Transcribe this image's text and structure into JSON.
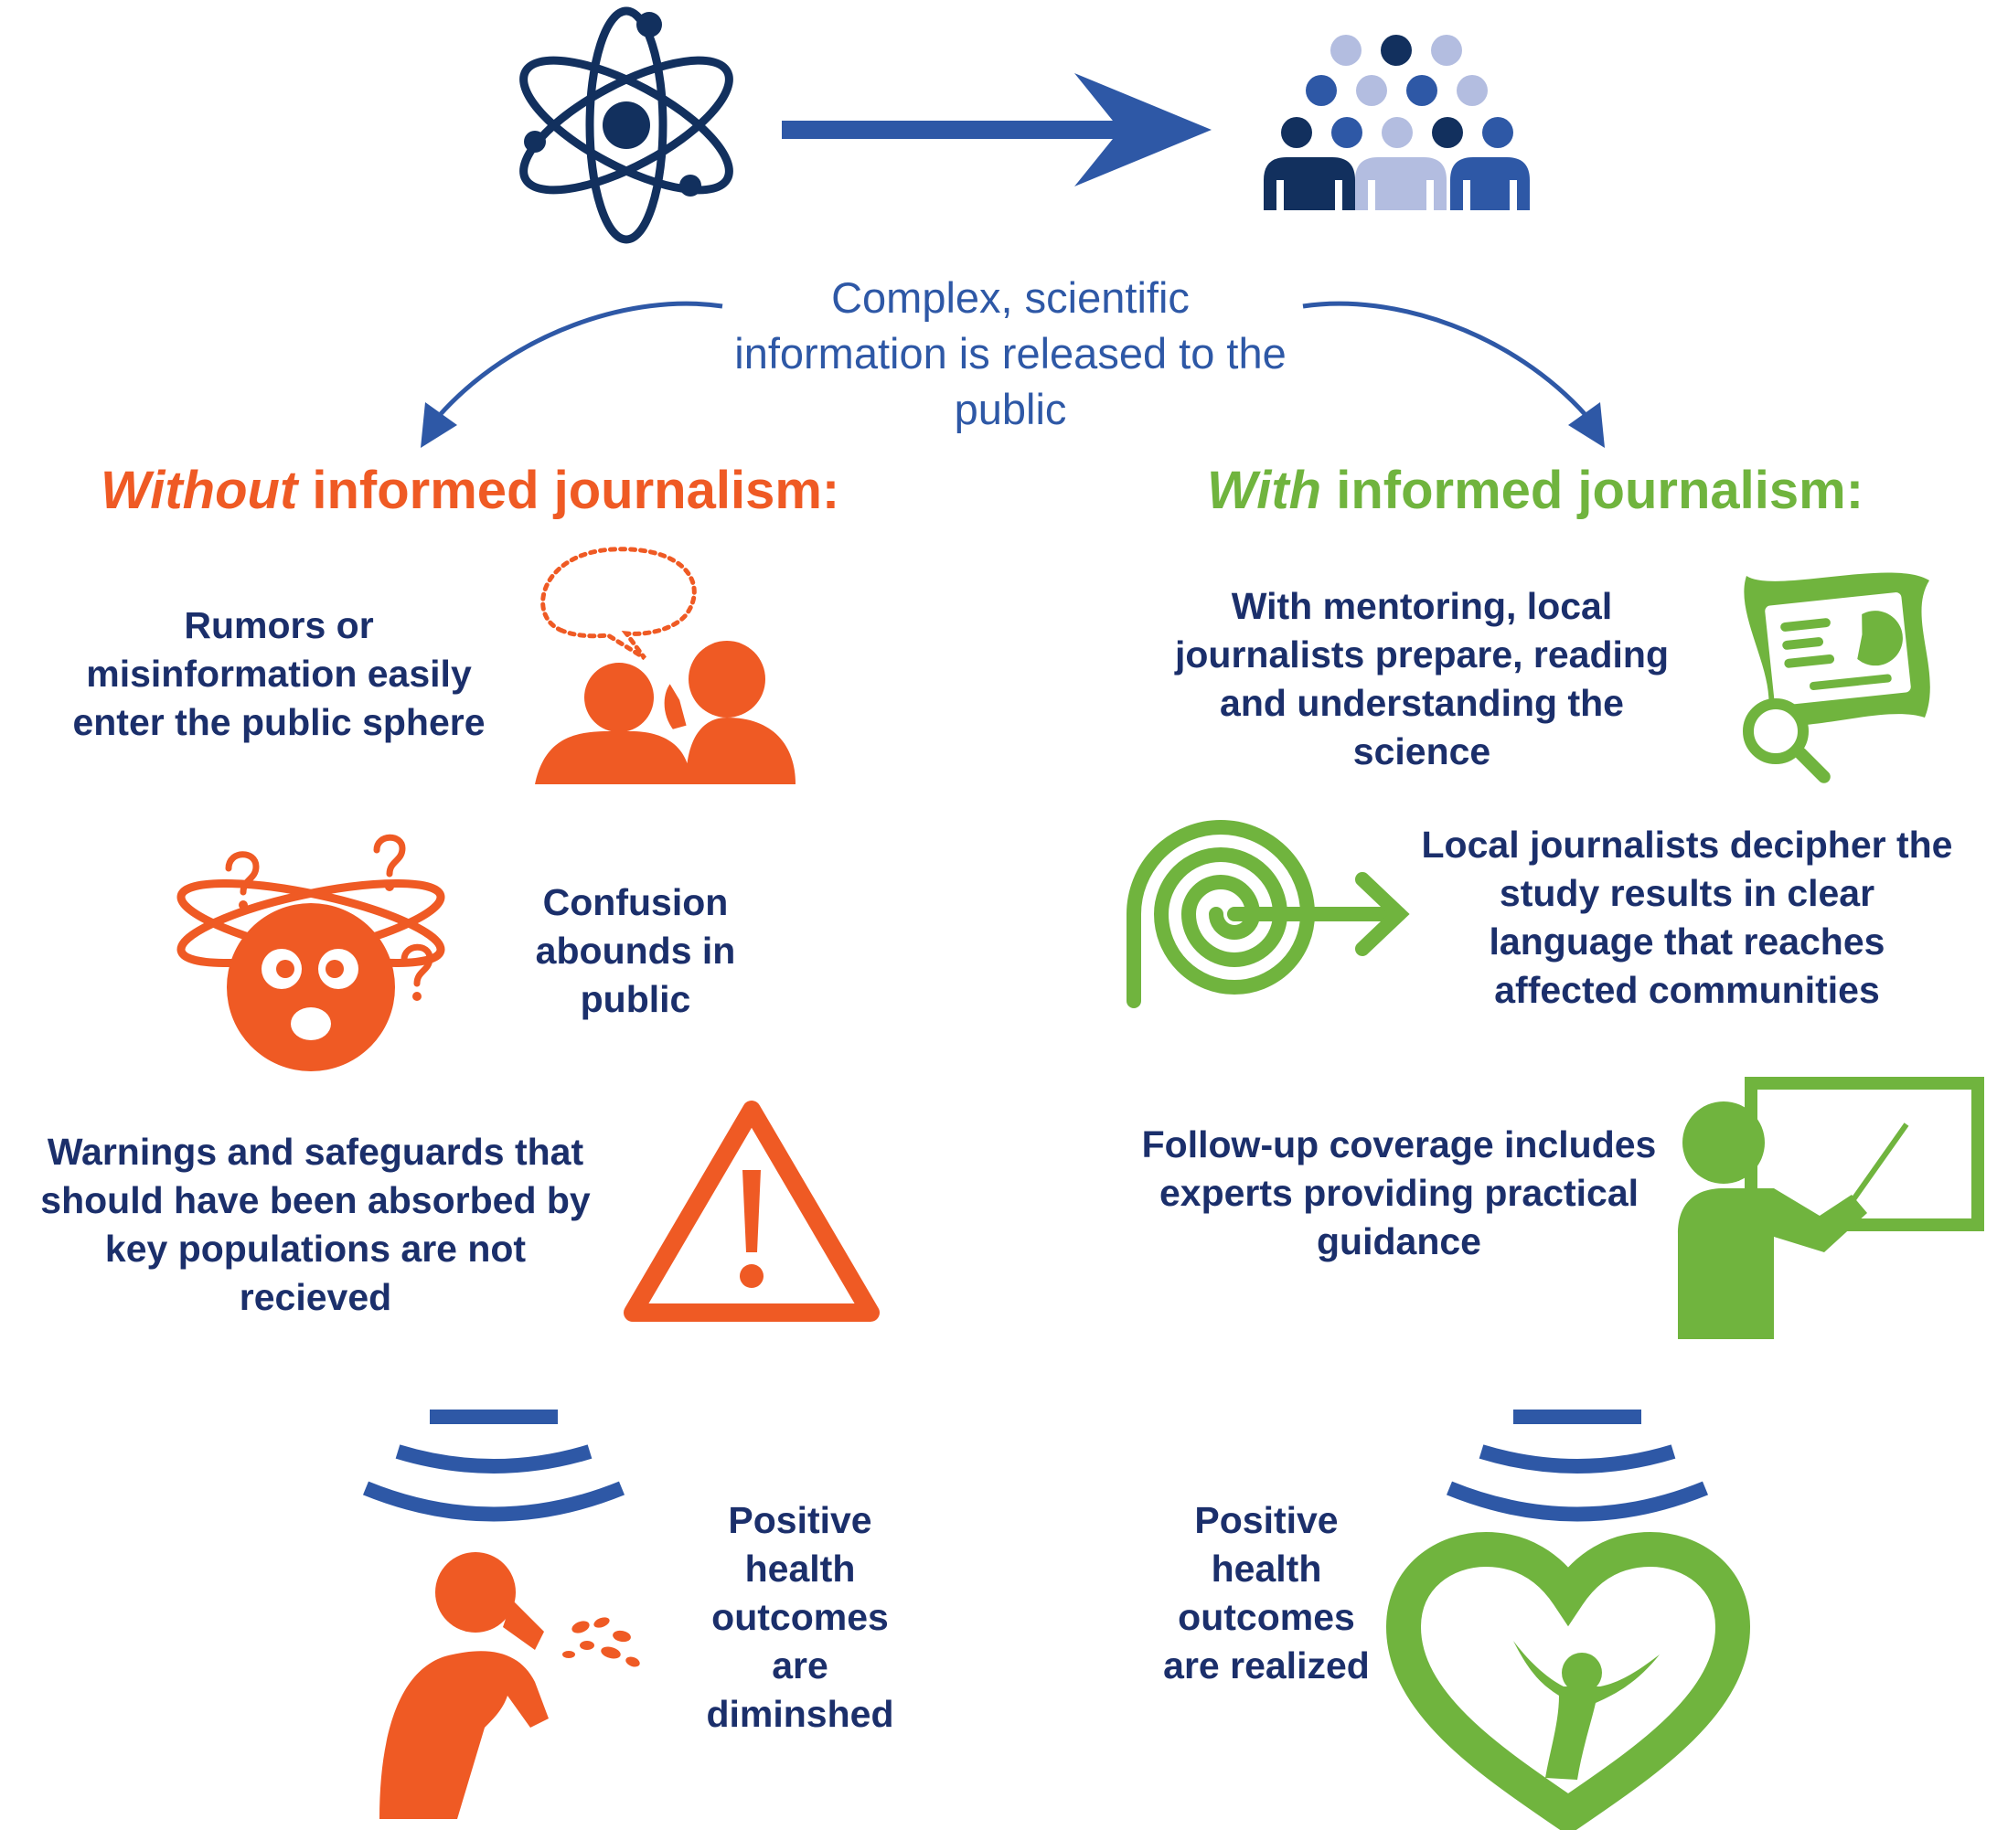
{
  "colors": {
    "navy": "#12305e",
    "blue": "#2e58a6",
    "lightblue": "#b3bde0",
    "orange": "#ef5a24",
    "green": "#70b43e",
    "text": "#1b2f6b"
  },
  "intro": {
    "text": "Complex, scientific information is released to the public"
  },
  "without": {
    "heading_em": "Without",
    "heading_rest": " informed journalism:",
    "items": [
      {
        "text": "Rumors or misinformation easily enter the public sphere",
        "icon": "whisper-icon"
      },
      {
        "text": "Confusion abounds in public",
        "icon": "confused-face-icon"
      },
      {
        "text": "Warnings and safeguards that should have been absorbed by key populations are not recieved",
        "icon": "warning-triangle-icon"
      },
      {
        "text": "Positive health outcomes are diminshed",
        "icon": "sick-person-icon"
      }
    ]
  },
  "with": {
    "heading_em": "With",
    "heading_rest": " informed journalism:",
    "items": [
      {
        "text": "With mentoring, local journalists prepare, reading and understanding the science",
        "icon": "report-magnifier-icon"
      },
      {
        "text": "Local journalists decipher the study results in clear language that reaches affected communities",
        "icon": "spiral-arrow-icon"
      },
      {
        "text": "Follow-up coverage includes experts providing practical guidance",
        "icon": "presenter-board-icon"
      },
      {
        "text": "Positive health outcomes are realized",
        "icon": "heart-person-icon"
      }
    ]
  }
}
